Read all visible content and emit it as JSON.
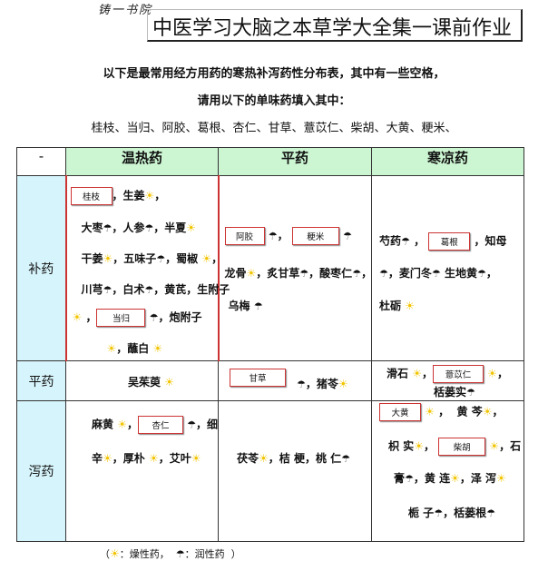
{
  "header": {
    "logo": "铸一书院",
    "title": "中医学习大脑之本草学大全集一课前作业"
  },
  "intro": {
    "line1": "以下是最常用经方用药的寒热补泻药性分布表，其中有一些空格，",
    "line2": "请用以下的单味药填入其中：",
    "words": "桂枝、当归、阿胶、葛根、杏仁、甘草、薏苡仁、柴胡、大黄、粳米、"
  },
  "icons": {
    "dry": "☀",
    "moist": "☂"
  },
  "table": {
    "corner": "-",
    "columns": [
      "温热药",
      "平药",
      "寒凉药"
    ],
    "rows": [
      "补药",
      "平药",
      "泻药"
    ],
    "buxiao": {
      "warm": {
        "box1": "桂枝",
        "s1": "，生姜",
        "s1b": "，",
        "l2a": "大枣",
        "l2b": "，人参",
        "l2c": "，半夏",
        "l3a": "干姜",
        "l3b": "，五味子",
        "l3c": "，蜀椒",
        "l3d": "，",
        "l4a": "川芎",
        "l4b": "，白术",
        "l4c": "，黄芪，生附子",
        "l5a": "，",
        "box2": "当归",
        "l5b": "，炮附子",
        "l6a": "，蘸白"
      },
      "neutral": {
        "box1": "阿胶",
        "s1": "，",
        "box2": "粳米",
        "l2a": "龙骨",
        "l2b": "，炙甘草",
        "l2c": "，酸枣仁",
        "l2d": "，",
        "l3a": "乌梅"
      },
      "cold": {
        "l1a": "芍药",
        "l1b": "，",
        "box1": "葛根",
        "l1c": "，知母",
        "l2a": "，麦门冬",
        "l2b": "生地黄",
        "l2c": "，",
        "l3a": "杜砺"
      }
    },
    "pingyao": {
      "warm": "吴茱萸",
      "neutral": {
        "box1": "甘草",
        "s1": "，猪苓"
      },
      "cold": {
        "l1a": "滑石",
        "box1": "薏苡仁",
        "l2a": "栝蒌实"
      }
    },
    "xieyao": {
      "warm": {
        "l1a": "麻黄",
        "l1b": "，",
        "box1": "杏仁",
        "l1c": "，细",
        "l2a": "辛",
        "l2b": "，厚朴",
        "l2c": "，艾叶"
      },
      "neutral": {
        "a": "茯苓",
        "b": "，桔 梗，桃 仁"
      },
      "cold": {
        "box1": "大黄",
        "l1a": "，",
        "l1b": "黄 芩",
        "l1c": "，",
        "l2a": "枳 实",
        "l2b": "，",
        "box2": "柴胡",
        "l2c": "，石",
        "l3a": "膏",
        "l3b": "，黄 连",
        "l3c": "，泽 泻",
        "l4a": "栀 子",
        "l4b": "，栝蒌根"
      }
    }
  },
  "legend": {
    "open": "（",
    "dry": "：燥性药，",
    "moist": "：润性药",
    "close": "）"
  }
}
